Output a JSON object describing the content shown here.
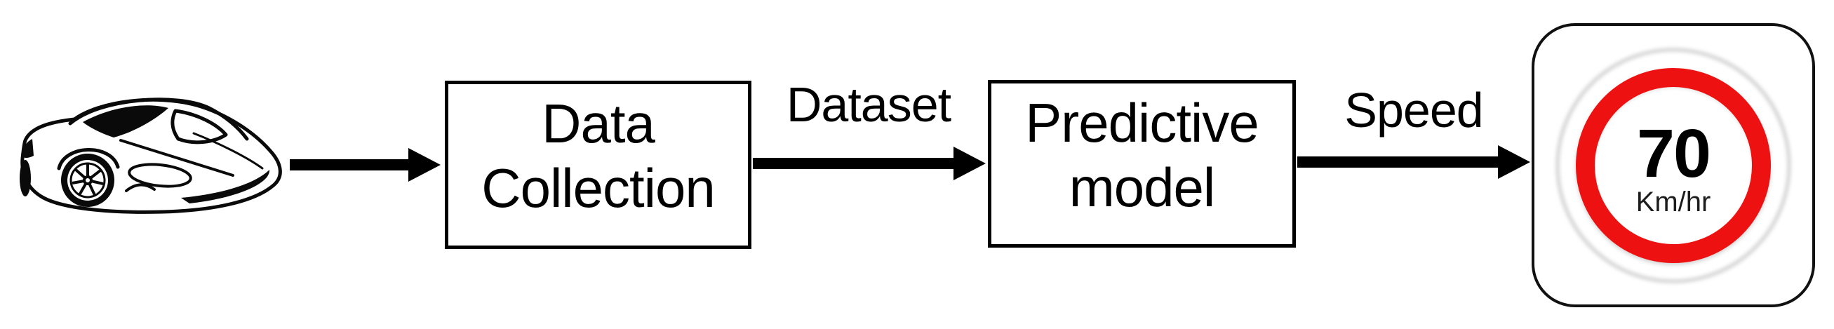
{
  "boxes": {
    "data_collection": {
      "line1": "Data",
      "line2": "Collection"
    },
    "predictive_model": {
      "line1": "Predictive",
      "line2": "model"
    }
  },
  "edge_labels": {
    "dataset": "Dataset",
    "speed": "Speed"
  },
  "sign": {
    "value": "70",
    "unit": "Km/hr"
  },
  "icons": {
    "car": "sports-car-line-art",
    "arrows": "right-arrow"
  },
  "colors": {
    "sign_red": "#ee1111",
    "line_black": "#000000",
    "glow_gray": "#c6c6c6"
  },
  "flow": [
    {
      "from": "car",
      "to": "Data Collection",
      "label": ""
    },
    {
      "from": "Data Collection",
      "to": "Predictive model",
      "label": "Dataset"
    },
    {
      "from": "Predictive model",
      "to": "speed-limit-sign",
      "label": "Speed"
    }
  ]
}
